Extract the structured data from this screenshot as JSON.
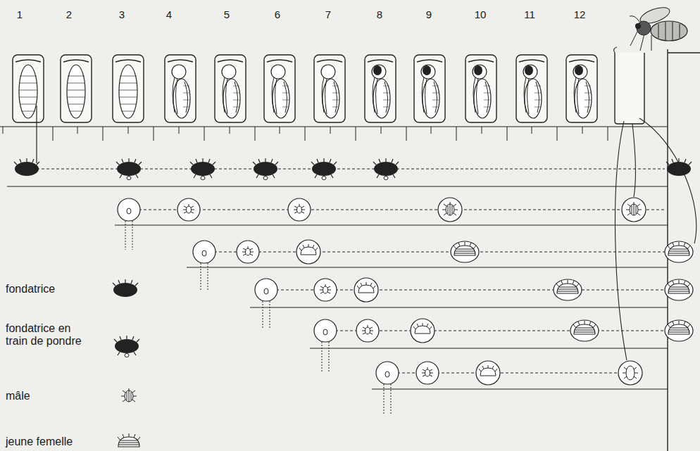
{
  "diagram": {
    "labels": [
      "1",
      "2",
      "3",
      "4",
      "5",
      "6",
      "7",
      "8",
      "9",
      "10",
      "11",
      "12"
    ],
    "legend": [
      {
        "text": "fondatrice"
      },
      {
        "text": "fondatrice en train de pondre"
      },
      {
        "text": "mâle"
      },
      {
        "text": "jeune femelle"
      }
    ]
  }
}
